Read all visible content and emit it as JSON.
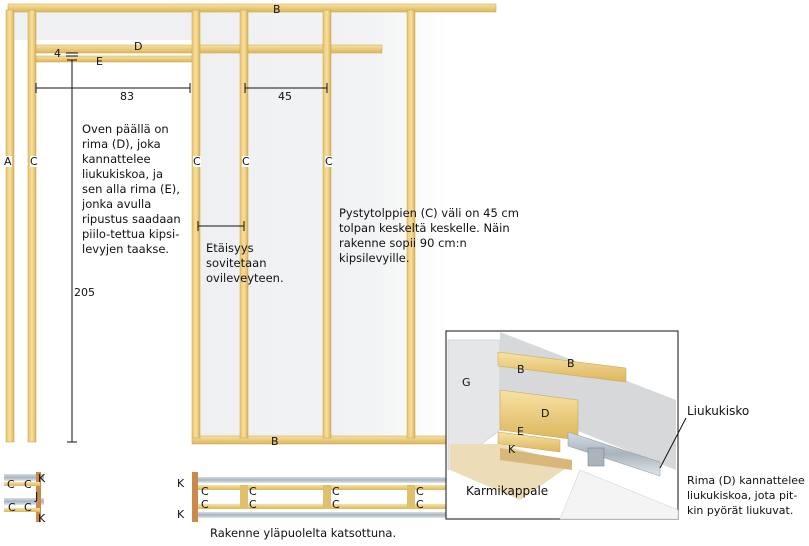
{
  "labels": {
    "A": "A",
    "B": "B",
    "C": "C",
    "D": "D",
    "E": "E",
    "G": "G",
    "J": "J",
    "K": "K"
  },
  "dimensions": {
    "gap_4": "4",
    "width_83": "83",
    "spacing_45": "45",
    "height_205": "205"
  },
  "annotations": {
    "door_beam": "Oven päällä on rima (D), joka kannattelee liukukiskoa, ja sen alla rima (E), jonka avulla ripustus saadaan piilo-tettua kipsi-levyjen taakse.",
    "distance": "Etäisyys sovitetaan ovileveyteen.",
    "stud_spacing": "Pystytolppien (C)  väli on 45 cm tolpan keskeltä keskelle. Näin rakenne sopii 90 cm:n kipsilevyille.",
    "top_view": "Rakenne yläpuolelta katsottuna."
  },
  "inset": {
    "rail_label": "Liukukisko",
    "frame_label": "Karmikappale",
    "rail_caption": "Rima (D) kannattelee liukukiskoa, jota pit-kin pyörät liukuvat."
  },
  "colors": {
    "wood": "#f2d586",
    "wood_edge": "#c9a24a",
    "board": "#e6e8eb",
    "rail": "#b8c2ca",
    "line": "#111111"
  }
}
